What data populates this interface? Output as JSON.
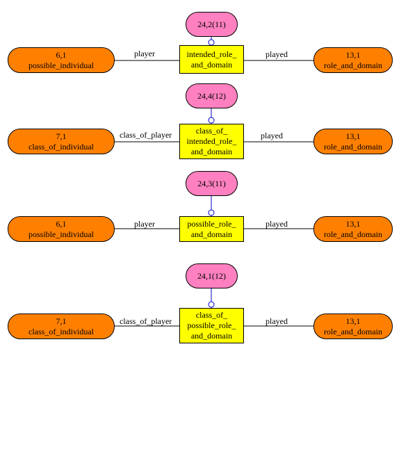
{
  "rows": [
    {
      "left": {
        "id": "6,1",
        "name": "possible_individual"
      },
      "center": {
        "id": "24,2(11)",
        "lines": [
          "intended_role_",
          "and_domain"
        ]
      },
      "right": {
        "id": "13,1",
        "name": "role_and_domain"
      },
      "left_rel": "player",
      "right_rel": "played"
    },
    {
      "left": {
        "id": "7,1",
        "name": "class_of_individual"
      },
      "center": {
        "id": "24,4(12)",
        "lines": [
          "class_of_",
          "intended_role_",
          "and_domain"
        ]
      },
      "right": {
        "id": "13,1",
        "name": "role_and_domain"
      },
      "left_rel": "class_of_player",
      "right_rel": "played"
    },
    {
      "left": {
        "id": "6,1",
        "name": "possible_individual"
      },
      "center": {
        "id": "24,3(11)",
        "lines": [
          "possible_role_",
          "and_domain"
        ]
      },
      "right": {
        "id": "13,1",
        "name": "role_and_domain"
      },
      "left_rel": "player",
      "right_rel": "played"
    },
    {
      "left": {
        "id": "7,1",
        "name": "class_of_individual"
      },
      "center": {
        "id": "24,1(12)",
        "lines": [
          "class_of_",
          "possible_role_",
          "and_domain"
        ]
      },
      "right": {
        "id": "13,1",
        "name": "role_and_domain"
      },
      "left_rel": "class_of_player",
      "right_rel": "played"
    }
  ]
}
